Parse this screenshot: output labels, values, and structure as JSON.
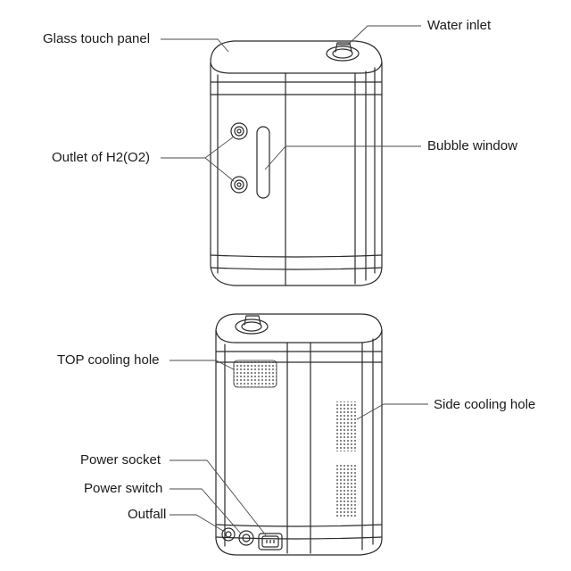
{
  "labels": {
    "glass_touch_panel": "Glass touch panel",
    "water_inlet": "Water inlet",
    "outlet_h2o2": "Outlet of H2(O2)",
    "bubble_window": "Bubble window",
    "top_cooling_hole": "TOP cooling hole",
    "side_cooling_hole": "Side cooling hole",
    "power_socket": "Power socket",
    "power_switch": "Power switch",
    "outfall": "Outfall"
  },
  "colors": {
    "line": "#2a2a2a",
    "text": "#1a1a1a",
    "background": "#ffffff"
  }
}
